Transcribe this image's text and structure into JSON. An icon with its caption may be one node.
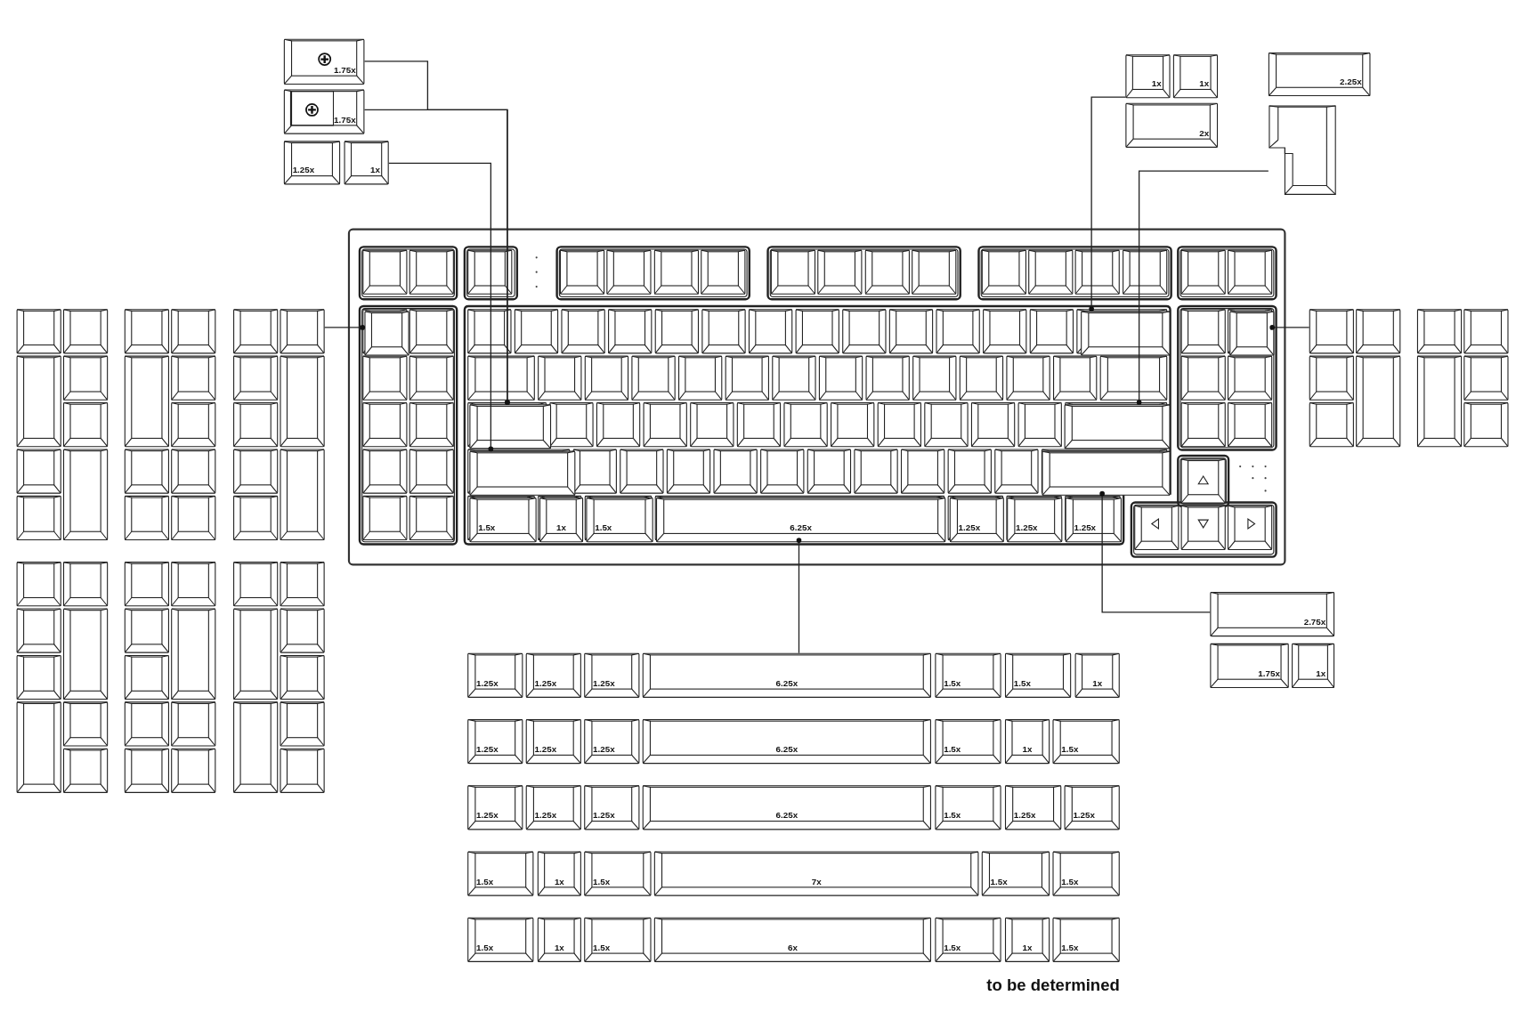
{
  "diagram": {
    "nodes": [
      {
        "text": [
          "1.75x"
        ]
      },
      {
        "text": [
          "1.75x"
        ]
      },
      {
        "text": [
          "1.25x"
        ]
      },
      {
        "text": [
          "1x"
        ]
      },
      {
        "text": [
          "1x"
        ]
      },
      {
        "text": [
          "1x"
        ]
      },
      {
        "text": [
          "2x"
        ]
      },
      {
        "text": [
          "2.25x"
        ]
      },
      {
        "text": [],
        "shape": "box"
      },
      {
        "text": [],
        "shape": "box"
      },
      {
        "text": [],
        "shape": "box",
        "in": 9
      },
      {
        "text": [],
        "shape": "box",
        "in": 9
      },
      {
        "text": [],
        "shape": "box",
        "in": 9
      },
      {
        "text": [],
        "shape": "box",
        "in": 9
      },
      {
        "text": [],
        "shape": "box",
        "in": 9
      },
      {
        "text": [],
        "shape": "box",
        "in": 9
      },
      {
        "text": [],
        "shape": "box",
        "in": 9
      },
      {
        "text": [
          "1.5x"
        ],
        "in": 9
      },
      {
        "text": [
          "1x"
        ],
        "in": 9
      },
      {
        "text": [
          "1.5x"
        ],
        "in": 9
      },
      {
        "text": [
          "6.25x"
        ],
        "in": 9
      },
      {
        "text": [
          "1.25x"
        ],
        "in": 9
      },
      {
        "text": [
          "1.25x"
        ],
        "in": 9
      },
      {
        "text": [
          "1.25x"
        ],
        "in": 9
      },
      {
        "text": [],
        "shape": "picture"
      },
      {
        "text": [],
        "shape": "picture"
      },
      {
        "text": [],
        "shape": "picture"
      },
      {
        "text": [],
        "shape": "picture"
      },
      {
        "text": [],
        "shape": "picture"
      },
      {
        "text": [],
        "shape": "picture"
      },
      {
        "text": [],
        "shape": "picture"
      },
      {
        "text": [],
        "shape": "picture"
      },
      {
        "text": [
          "2.75x"
        ]
      },
      {
        "text": [
          "1.75x"
        ]
      },
      {
        "text": [
          "1x"
        ]
      },
      {
        "text": [
          "1.25x"
        ]
      },
      {
        "text": [
          "1.25x"
        ]
      },
      {
        "text": [
          "1.25x"
        ]
      },
      {
        "text": [
          "6.25x"
        ]
      },
      {
        "text": [
          "1.5x"
        ]
      },
      {
        "text": [
          "1.5x"
        ]
      },
      {
        "text": [
          "1x"
        ]
      },
      {
        "text": [
          "1.25x"
        ]
      },
      {
        "text": [
          "1.25x"
        ]
      },
      {
        "text": [
          "1.25x"
        ]
      },
      {
        "text": [
          "6.25x"
        ]
      },
      {
        "text": [
          "1.5x"
        ]
      },
      {
        "text": [
          "1x"
        ]
      },
      {
        "text": [
          "1.5x"
        ]
      },
      {
        "text": [
          "1.25x"
        ]
      },
      {
        "text": [
          "1.25x"
        ]
      },
      {
        "text": [
          "1.25x"
        ]
      },
      {
        "text": [
          "6.25x"
        ]
      },
      {
        "text": [
          "1.5x"
        ]
      },
      {
        "text": [
          "1.25x"
        ]
      },
      {
        "text": [
          "1.25x"
        ]
      },
      {
        "text": [
          "1.5x"
        ]
      },
      {
        "text": [
          "1x"
        ]
      },
      {
        "text": [
          "1.5x"
        ]
      },
      {
        "text": [
          "7x"
        ]
      },
      {
        "text": [
          "1.5x"
        ]
      },
      {
        "text": [
          "1.5x"
        ]
      },
      {
        "text": [
          "1.5x"
        ]
      },
      {
        "text": [
          "1x"
        ]
      },
      {
        "text": [
          "1.5x"
        ]
      },
      {
        "text": [
          "6x"
        ]
      },
      {
        "text": [
          "1.5x"
        ]
      },
      {
        "text": [
          "1x"
        ]
      },
      {
        "text": [
          "1.5x"
        ]
      }
    ],
    "edges": [
      {
        "from": 0,
        "to": 13,
        "arrow": "other"
      },
      {
        "from": 1,
        "to": 13,
        "arrow": "other"
      },
      {
        "from": 3,
        "to": 15,
        "arrow": "other"
      },
      {
        "from": 4,
        "to": 11,
        "arrow": "other"
      },
      {
        "from": 8,
        "to": 14,
        "arrow": "other"
      },
      {
        "from": 26,
        "to": 10,
        "arrow": "other"
      },
      {
        "from": 30,
        "to": 12,
        "arrow": "other"
      },
      {
        "from": 32,
        "to": 16,
        "arrow": "other"
      },
      {
        "from": 38,
        "to": 20,
        "arrow": "other"
      }
    ],
    "labels": [
      "to be determined"
    ]
  }
}
